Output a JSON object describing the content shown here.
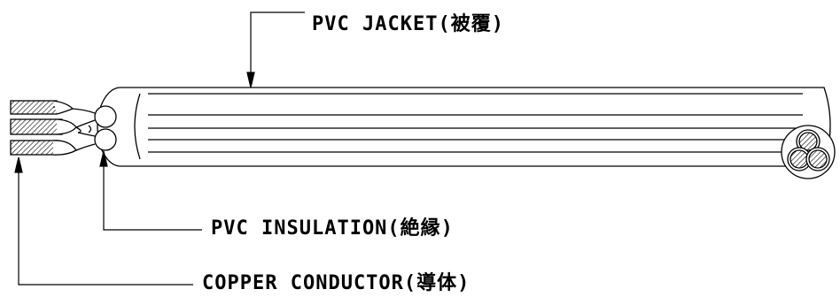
{
  "labels": {
    "jacket": "PVC JACKET(被覆)",
    "insulation": "PVC INSULATION(絶縁)",
    "conductor": "COPPER CONDUCTOR(導体)"
  },
  "colors": {
    "line": "#000000",
    "background": "#ffffff"
  }
}
